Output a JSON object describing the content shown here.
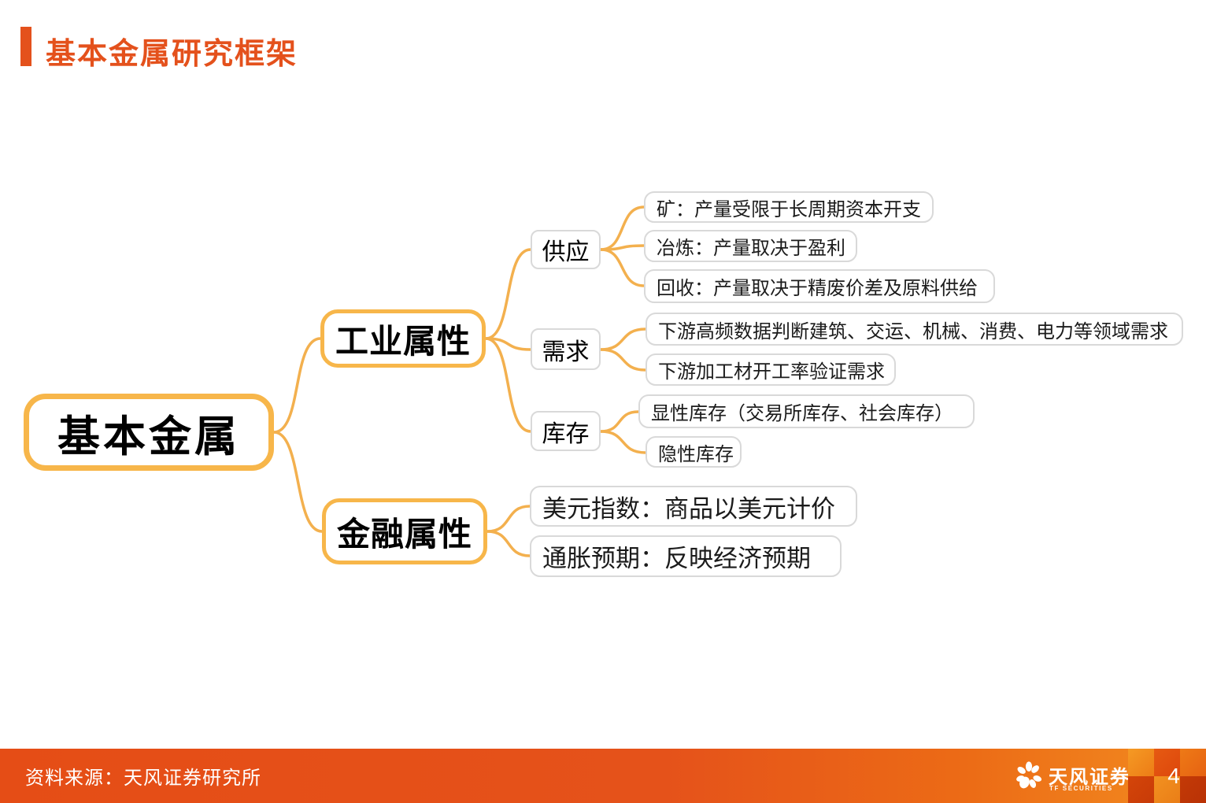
{
  "title": "基本金属研究框架",
  "colors": {
    "accent": "#E4511C",
    "node_border": "#F7B64A",
    "connector": "#F3B04E",
    "leaf_border": "#D9D9D9",
    "footer_left": "#E54D16",
    "footer_right": "#F28C20"
  },
  "mindmap": {
    "root": "基本金属",
    "branches": [
      {
        "label": "工业属性",
        "children": [
          {
            "label": "供应",
            "leaves": [
              "矿：产量受限于长周期资本开支",
              "冶炼：产量取决于盈利",
              "回收：产量取决于精废价差及原料供给"
            ]
          },
          {
            "label": "需求",
            "leaves": [
              "下游高频数据判断建筑、交运、机械、消费、电力等领域需求",
              "下游加工材开工率验证需求"
            ]
          },
          {
            "label": "库存",
            "leaves": [
              "显性库存（交易所库存、社会库存）",
              "隐性库存"
            ]
          }
        ]
      },
      {
        "label": "金融属性",
        "leaves": [
          "美元指数：商品以美元计价",
          "通胀预期：反映经济预期"
        ]
      }
    ]
  },
  "footer": {
    "source": "资料来源：天风证券研究所",
    "logo_cn": "天风证券",
    "logo_en": "TF SECURITIES",
    "page_number": "4"
  }
}
